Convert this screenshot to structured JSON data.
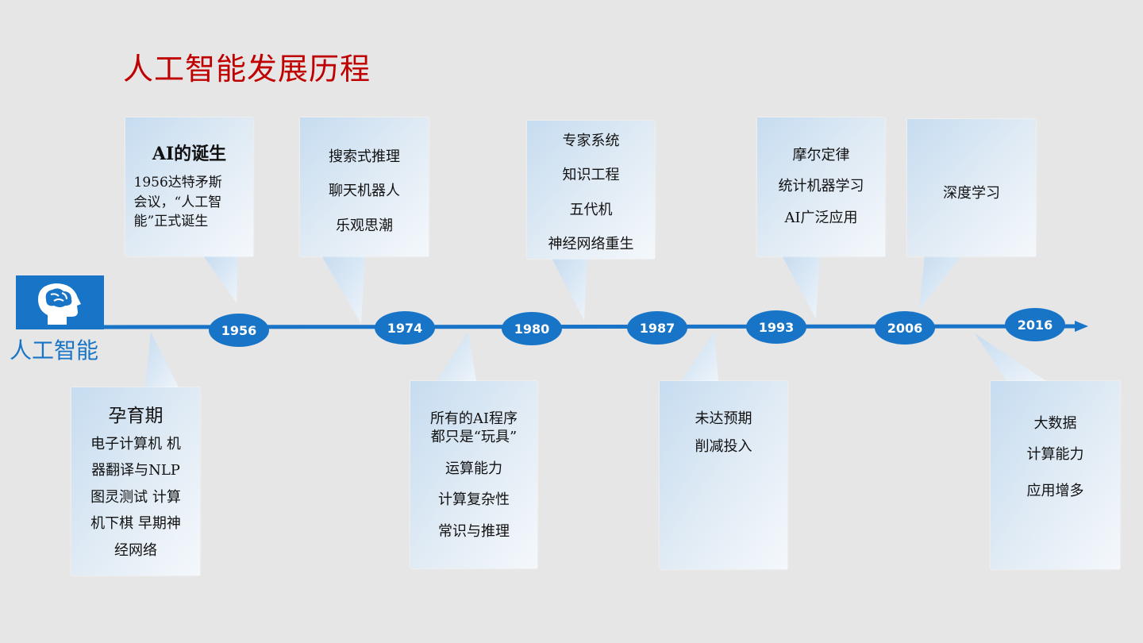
{
  "title": "人工智能发展历程",
  "logo": {
    "label": "人工智能",
    "icon": "brain-head-icon"
  },
  "colors": {
    "accent": "#1874c6",
    "title": "#c00000"
  },
  "years": [
    "1956",
    "1974",
    "1980",
    "1987",
    "1993",
    "2006",
    "2016"
  ],
  "cards": {
    "gestation": {
      "heading": "孕育期",
      "lines": [
        "电子计算机 机",
        "器翻译与NLP",
        "图灵测试 计算",
        "机下棋 早期神",
        "经网络"
      ]
    },
    "birth": {
      "heading": "AI的诞生",
      "lines": [
        "1956达特矛斯",
        "会议，“人工智",
        "能”正式诞生"
      ]
    },
    "search": {
      "lines": [
        "搜索式推理",
        "聊天机器人",
        "乐观思潮"
      ]
    },
    "toys": {
      "lines": [
        "所有的AI程序",
        "都只是“玩具”",
        "运算能力",
        "计算复杂性",
        "常识与推理"
      ]
    },
    "expert": {
      "lines": [
        "专家系统",
        "知识工程",
        "五代机",
        "神经网络重生"
      ]
    },
    "cut": {
      "lines": [
        "未达预期",
        "削减投入"
      ]
    },
    "moore": {
      "lines": [
        "摩尔定律",
        "统计机器学习",
        "AI广泛应用"
      ]
    },
    "deep": {
      "lines": [
        "深度学习"
      ]
    },
    "bigdata": {
      "lines": [
        "大数据",
        "计算能力",
        "应用增多"
      ]
    }
  }
}
